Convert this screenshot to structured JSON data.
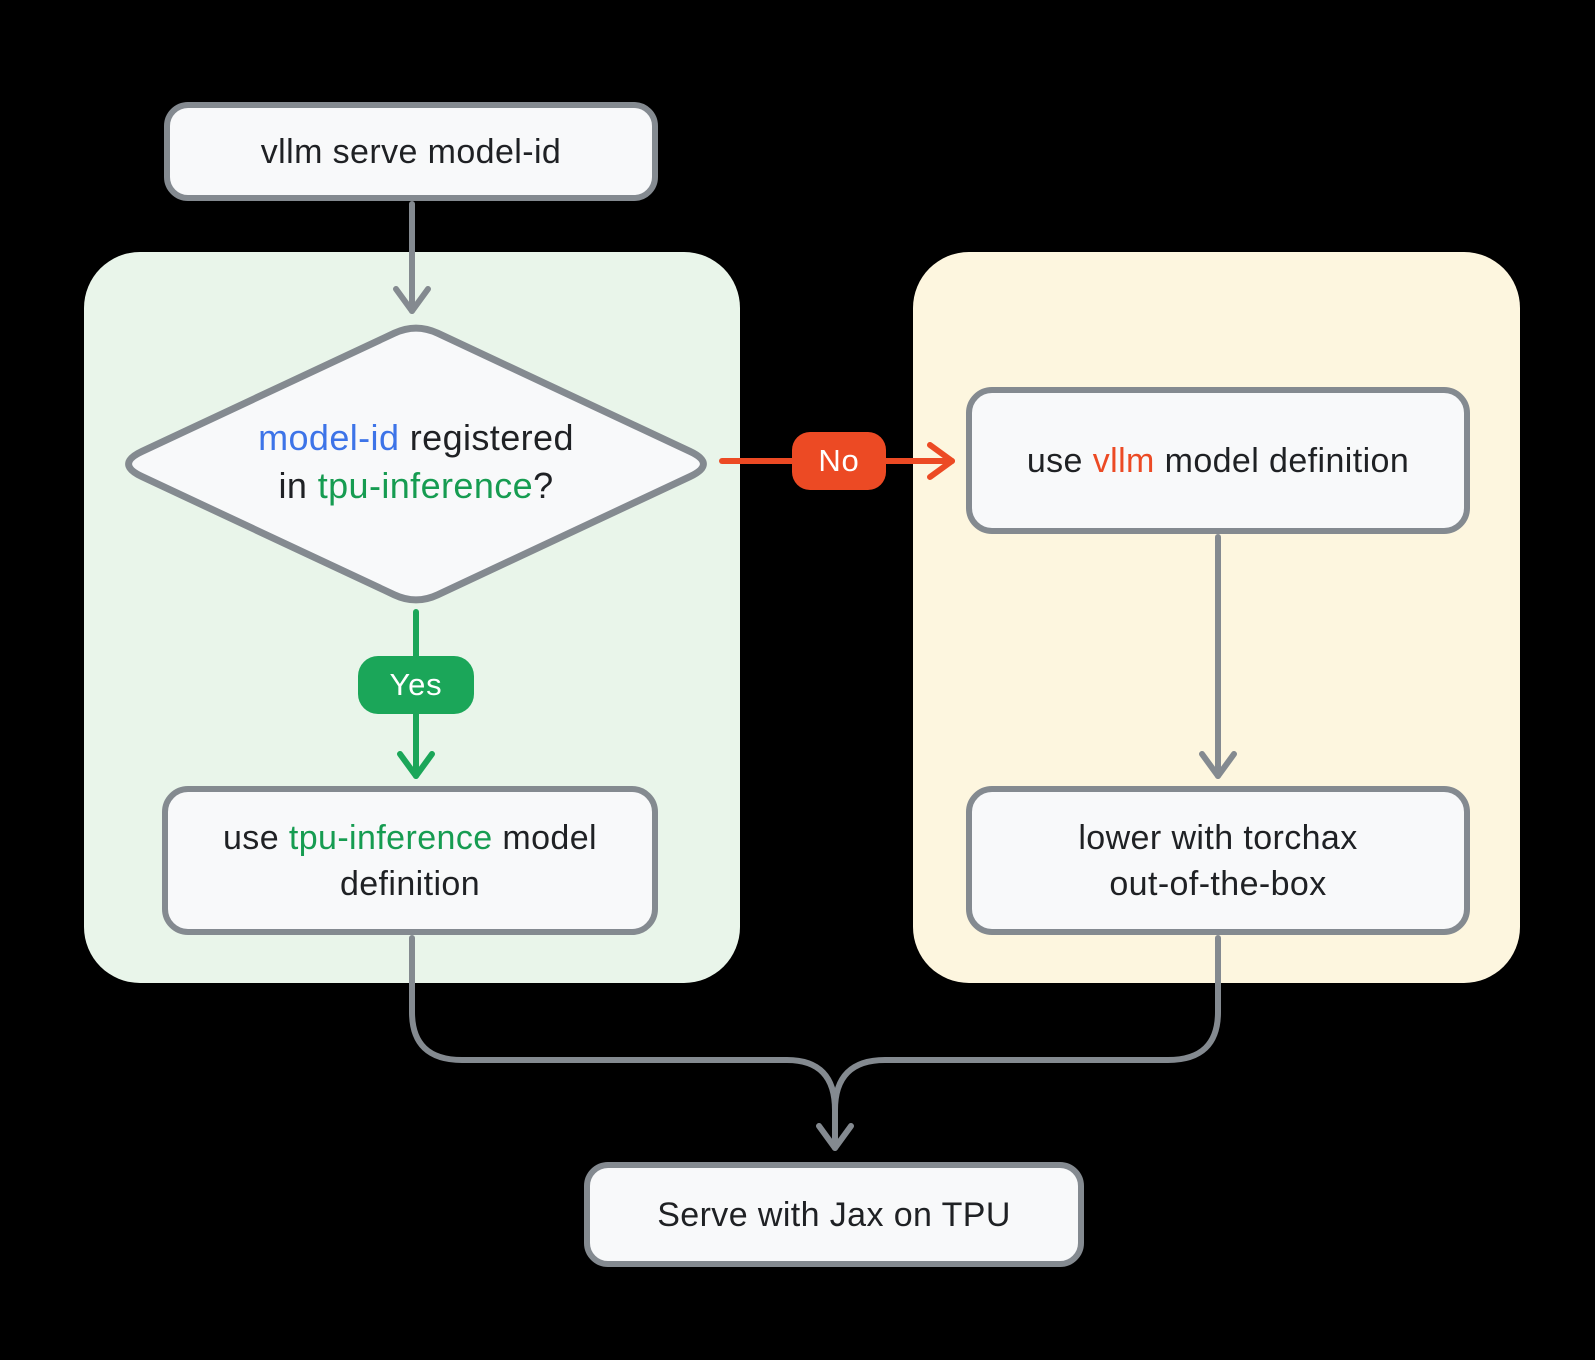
{
  "title": "vllm serve model routing flowchart",
  "colors": {
    "background": "#000000",
    "yes_panel": "#e9f5ea",
    "no_panel": "#fdf6df",
    "node_fill": "#f8f9fa",
    "outline_gray": "#848a90",
    "text_dark": "#1f2124",
    "accent_blue": "#3d74e8",
    "accent_green_text": "#169c51",
    "accent_green_badge": "#1ba659",
    "accent_orange": "#ec4a24"
  },
  "nodes": {
    "start": {
      "label": "vllm serve model-id"
    },
    "decision": {
      "line1": [
        {
          "text": "model-id"
        },
        {
          "text": " registered"
        }
      ],
      "line2": [
        {
          "text": "in "
        },
        {
          "text": "tpu-inference"
        },
        {
          "text": "?"
        }
      ]
    },
    "tpu_box": {
      "line1": [
        {
          "text": "use "
        },
        {
          "text": "tpu-inference"
        },
        {
          "text": " model"
        }
      ],
      "line2": [
        {
          "text": "definition"
        }
      ]
    },
    "vllm_box": {
      "line1": [
        {
          "text": "use "
        },
        {
          "text": "vllm"
        },
        {
          "text": " model definition"
        }
      ]
    },
    "torchax_box": {
      "line1": "lower with torchax",
      "line2": "out-of-the-box"
    },
    "end": {
      "label": "Serve with Jax on TPU"
    }
  },
  "edges": {
    "yes_label": "Yes",
    "no_label": "No"
  }
}
